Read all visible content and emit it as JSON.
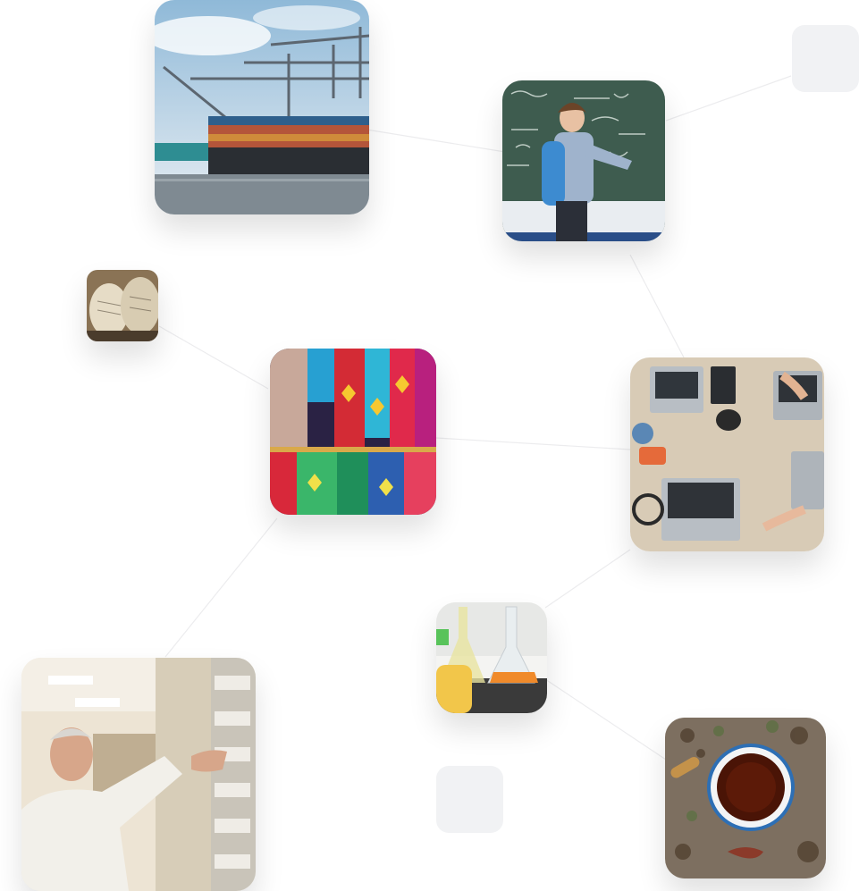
{
  "tiles": [
    {
      "id": "port",
      "subject": "container-ship-port-photo"
    },
    {
      "id": "classroom",
      "subject": "boy-at-chalkboard-photo"
    },
    {
      "id": "sacks",
      "subject": "grain-sacks-photo"
    },
    {
      "id": "textiles",
      "subject": "woven-textiles-photo"
    },
    {
      "id": "workspace",
      "subject": "laptops-on-table-photo"
    },
    {
      "id": "lab",
      "subject": "lab-flasks-photo"
    },
    {
      "id": "pharmacist",
      "subject": "pharmacist-at-shelves-photo"
    },
    {
      "id": "tea",
      "subject": "tea-and-spices-photo"
    }
  ],
  "placeholders": [
    "top-right-placeholder",
    "bottom-center-placeholder"
  ]
}
